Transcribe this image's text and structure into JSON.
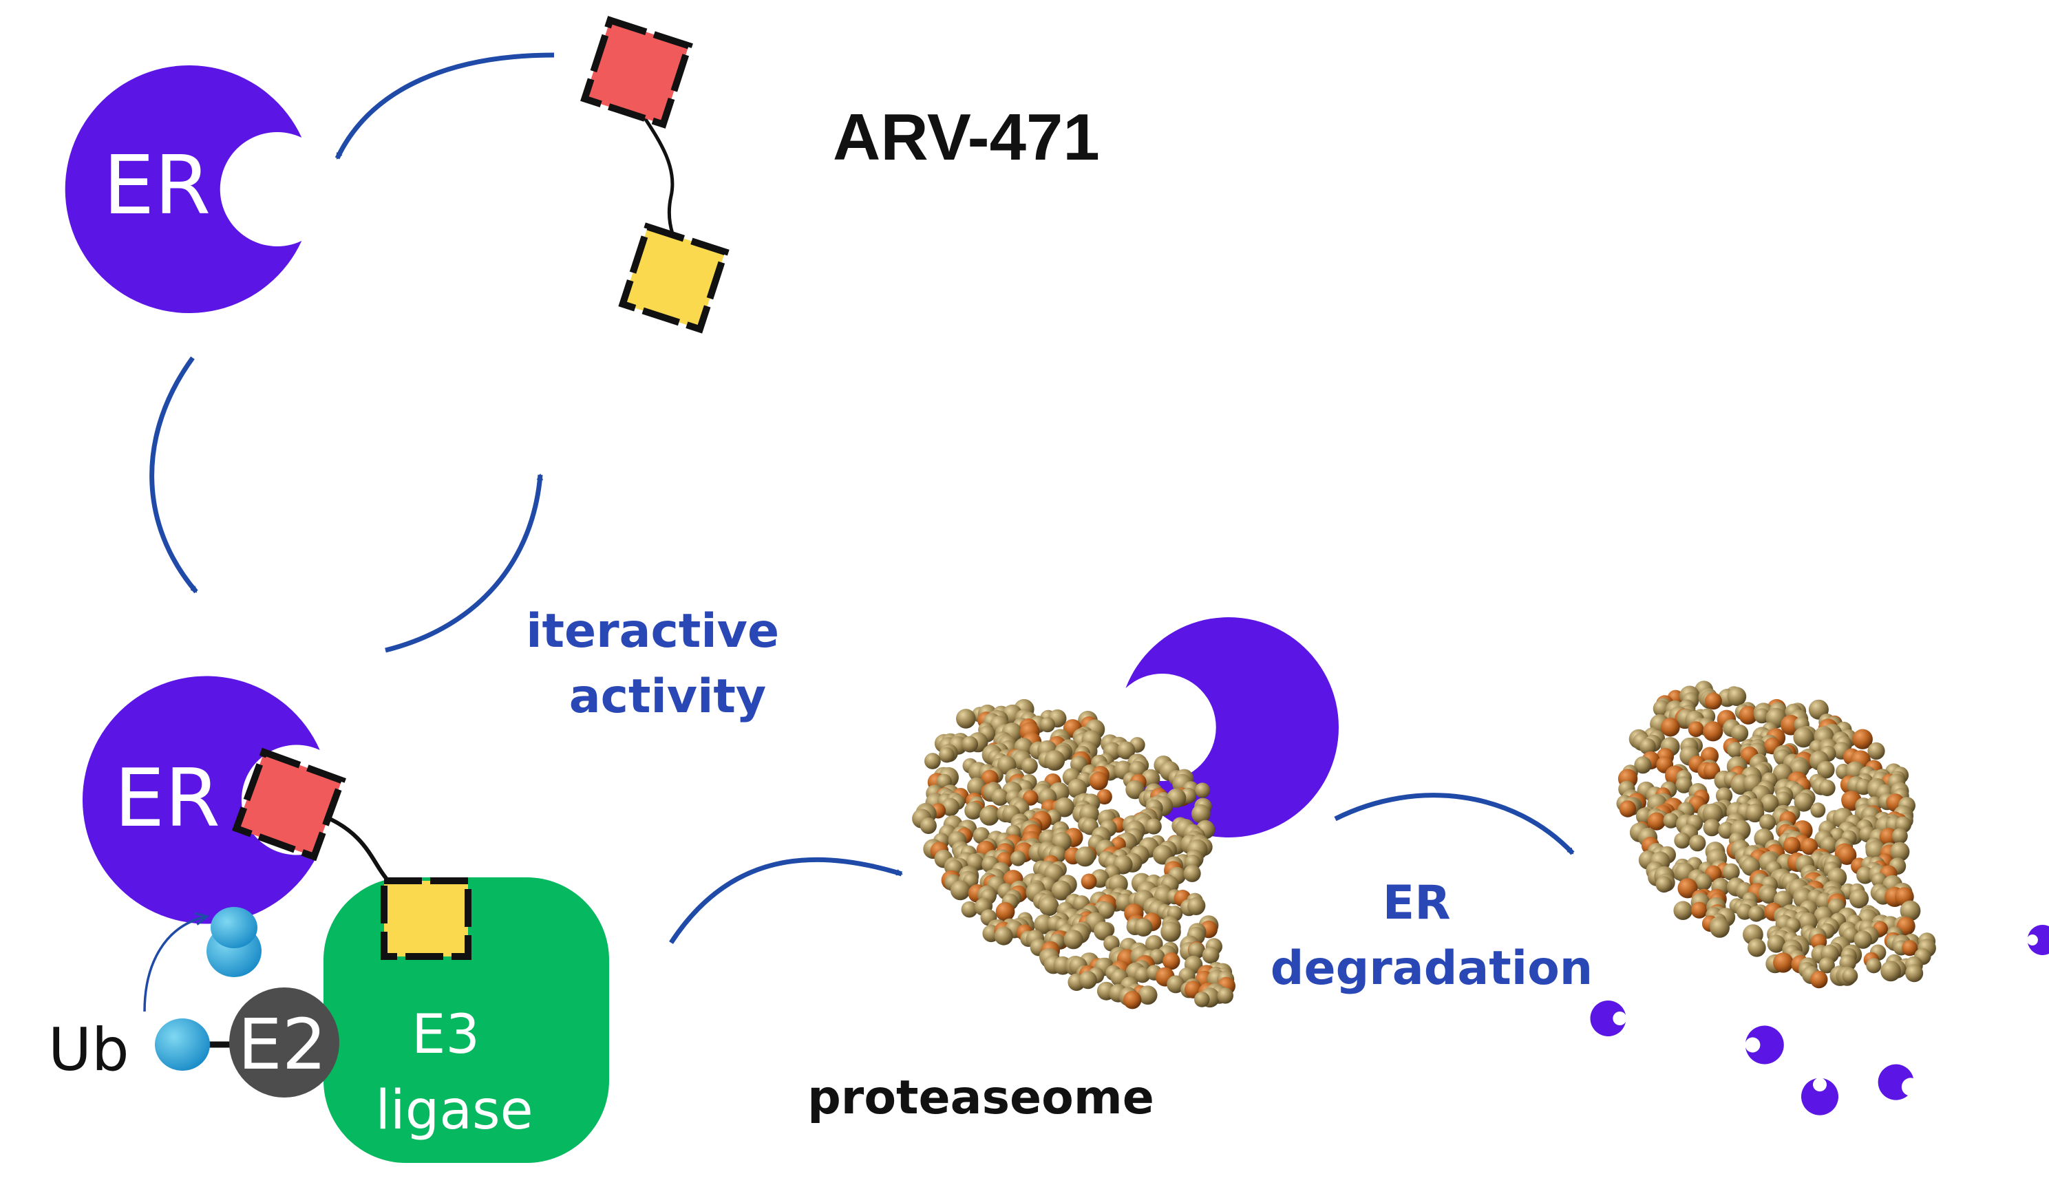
{
  "title": "ARV-471",
  "labels": {
    "er_top": "ER",
    "er_complex": "ER",
    "iterative_line1": "iteractive",
    "iterative_line2": "activity",
    "ub": "Ub",
    "e2": "E2",
    "e3_line1": "E3",
    "e3_line2": "ligase",
    "proteasome": "proteaseome",
    "degradation_line1": "ER",
    "degradation_line2": "degradation"
  },
  "colors": {
    "er_purple": "#5b16e6",
    "e3_green": "#06b85f",
    "e2_gray": "#4d4d4d",
    "arrow_blue": "#1f4aa8",
    "ub_cyan": "#27a6d8",
    "warhead_red": "#f15a5a",
    "ligand_yellow": "#fbd94e",
    "proteasome_tan": "#9b8552",
    "proteasome_rust": "#b8611f"
  },
  "icons": [
    "er-protein",
    "protac-molecule",
    "cycle-arrow",
    "ubiquitin",
    "proteasome-structure",
    "er-fragment"
  ]
}
